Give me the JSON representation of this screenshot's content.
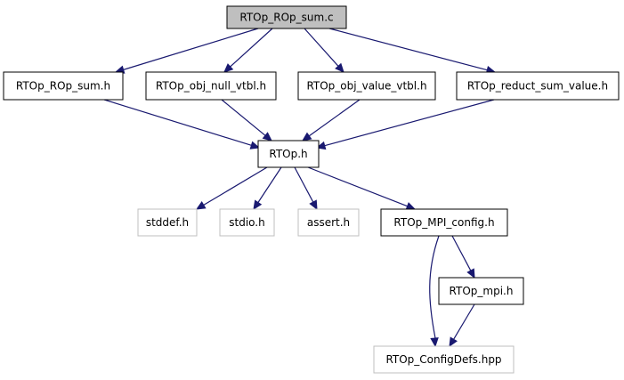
{
  "colors": {
    "edge": "#191970",
    "root_fill": "#bfbfbf",
    "node_fill": "#ffffff",
    "node_border": "#000000",
    "external_border": "#bfbfbf"
  },
  "nodes": [
    {
      "id": "n0",
      "label": "RTOp_ROp_sum.c",
      "kind": "root"
    },
    {
      "id": "n1",
      "label": "RTOp_ROp_sum.h",
      "kind": "normal"
    },
    {
      "id": "n2",
      "label": "RTOp_obj_null_vtbl.h",
      "kind": "normal"
    },
    {
      "id": "n3",
      "label": "RTOp_obj_value_vtbl.h",
      "kind": "normal"
    },
    {
      "id": "n4",
      "label": "RTOp_reduct_sum_value.h",
      "kind": "normal"
    },
    {
      "id": "n5",
      "label": "RTOp.h",
      "kind": "normal"
    },
    {
      "id": "n6",
      "label": "stddef.h",
      "kind": "external"
    },
    {
      "id": "n7",
      "label": "stdio.h",
      "kind": "external"
    },
    {
      "id": "n8",
      "label": "assert.h",
      "kind": "external"
    },
    {
      "id": "n9",
      "label": "RTOp_MPI_config.h",
      "kind": "normal"
    },
    {
      "id": "n10",
      "label": "RTOp_mpi.h",
      "kind": "normal"
    },
    {
      "id": "n11",
      "label": "RTOp_ConfigDefs.hpp",
      "kind": "external"
    }
  ],
  "edges": [
    {
      "from": "n0",
      "to": "n1"
    },
    {
      "from": "n0",
      "to": "n2"
    },
    {
      "from": "n0",
      "to": "n3"
    },
    {
      "from": "n0",
      "to": "n4"
    },
    {
      "from": "n1",
      "to": "n5"
    },
    {
      "from": "n2",
      "to": "n5"
    },
    {
      "from": "n3",
      "to": "n5"
    },
    {
      "from": "n4",
      "to": "n5"
    },
    {
      "from": "n5",
      "to": "n6"
    },
    {
      "from": "n5",
      "to": "n7"
    },
    {
      "from": "n5",
      "to": "n8"
    },
    {
      "from": "n5",
      "to": "n9"
    },
    {
      "from": "n9",
      "to": "n10"
    },
    {
      "from": "n9",
      "to": "n11"
    },
    {
      "from": "n10",
      "to": "n11"
    }
  ]
}
